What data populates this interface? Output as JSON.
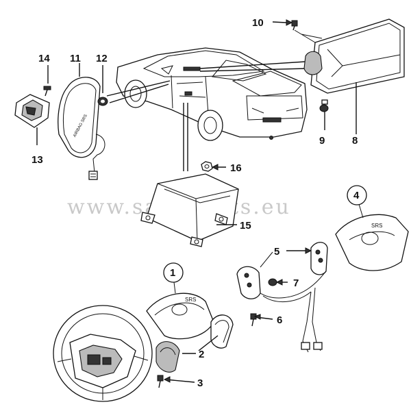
{
  "watermark": "www.saabparts.eu",
  "callouts": [
    {
      "id": "1",
      "label": "1",
      "circled": true
    },
    {
      "id": "2",
      "label": "2",
      "circled": false
    },
    {
      "id": "3",
      "label": "3",
      "circled": false
    },
    {
      "id": "4",
      "label": "4",
      "circled": true
    },
    {
      "id": "5",
      "label": "5",
      "circled": false
    },
    {
      "id": "6",
      "label": "6",
      "circled": false
    },
    {
      "id": "7",
      "label": "7",
      "circled": false
    },
    {
      "id": "8",
      "label": "8",
      "circled": false
    },
    {
      "id": "9",
      "label": "9",
      "circled": false
    },
    {
      "id": "10",
      "label": "10",
      "circled": false
    },
    {
      "id": "11",
      "label": "11",
      "circled": false
    },
    {
      "id": "12",
      "label": "12",
      "circled": false
    },
    {
      "id": "13",
      "label": "13",
      "circled": false
    },
    {
      "id": "14",
      "label": "14",
      "circled": false
    },
    {
      "id": "15",
      "label": "15",
      "circled": false
    },
    {
      "id": "16",
      "label": "16",
      "circled": false
    }
  ],
  "part_text": {
    "side_airbag_marking": "AIRBAG SRS",
    "srs_marking": "SRS"
  }
}
